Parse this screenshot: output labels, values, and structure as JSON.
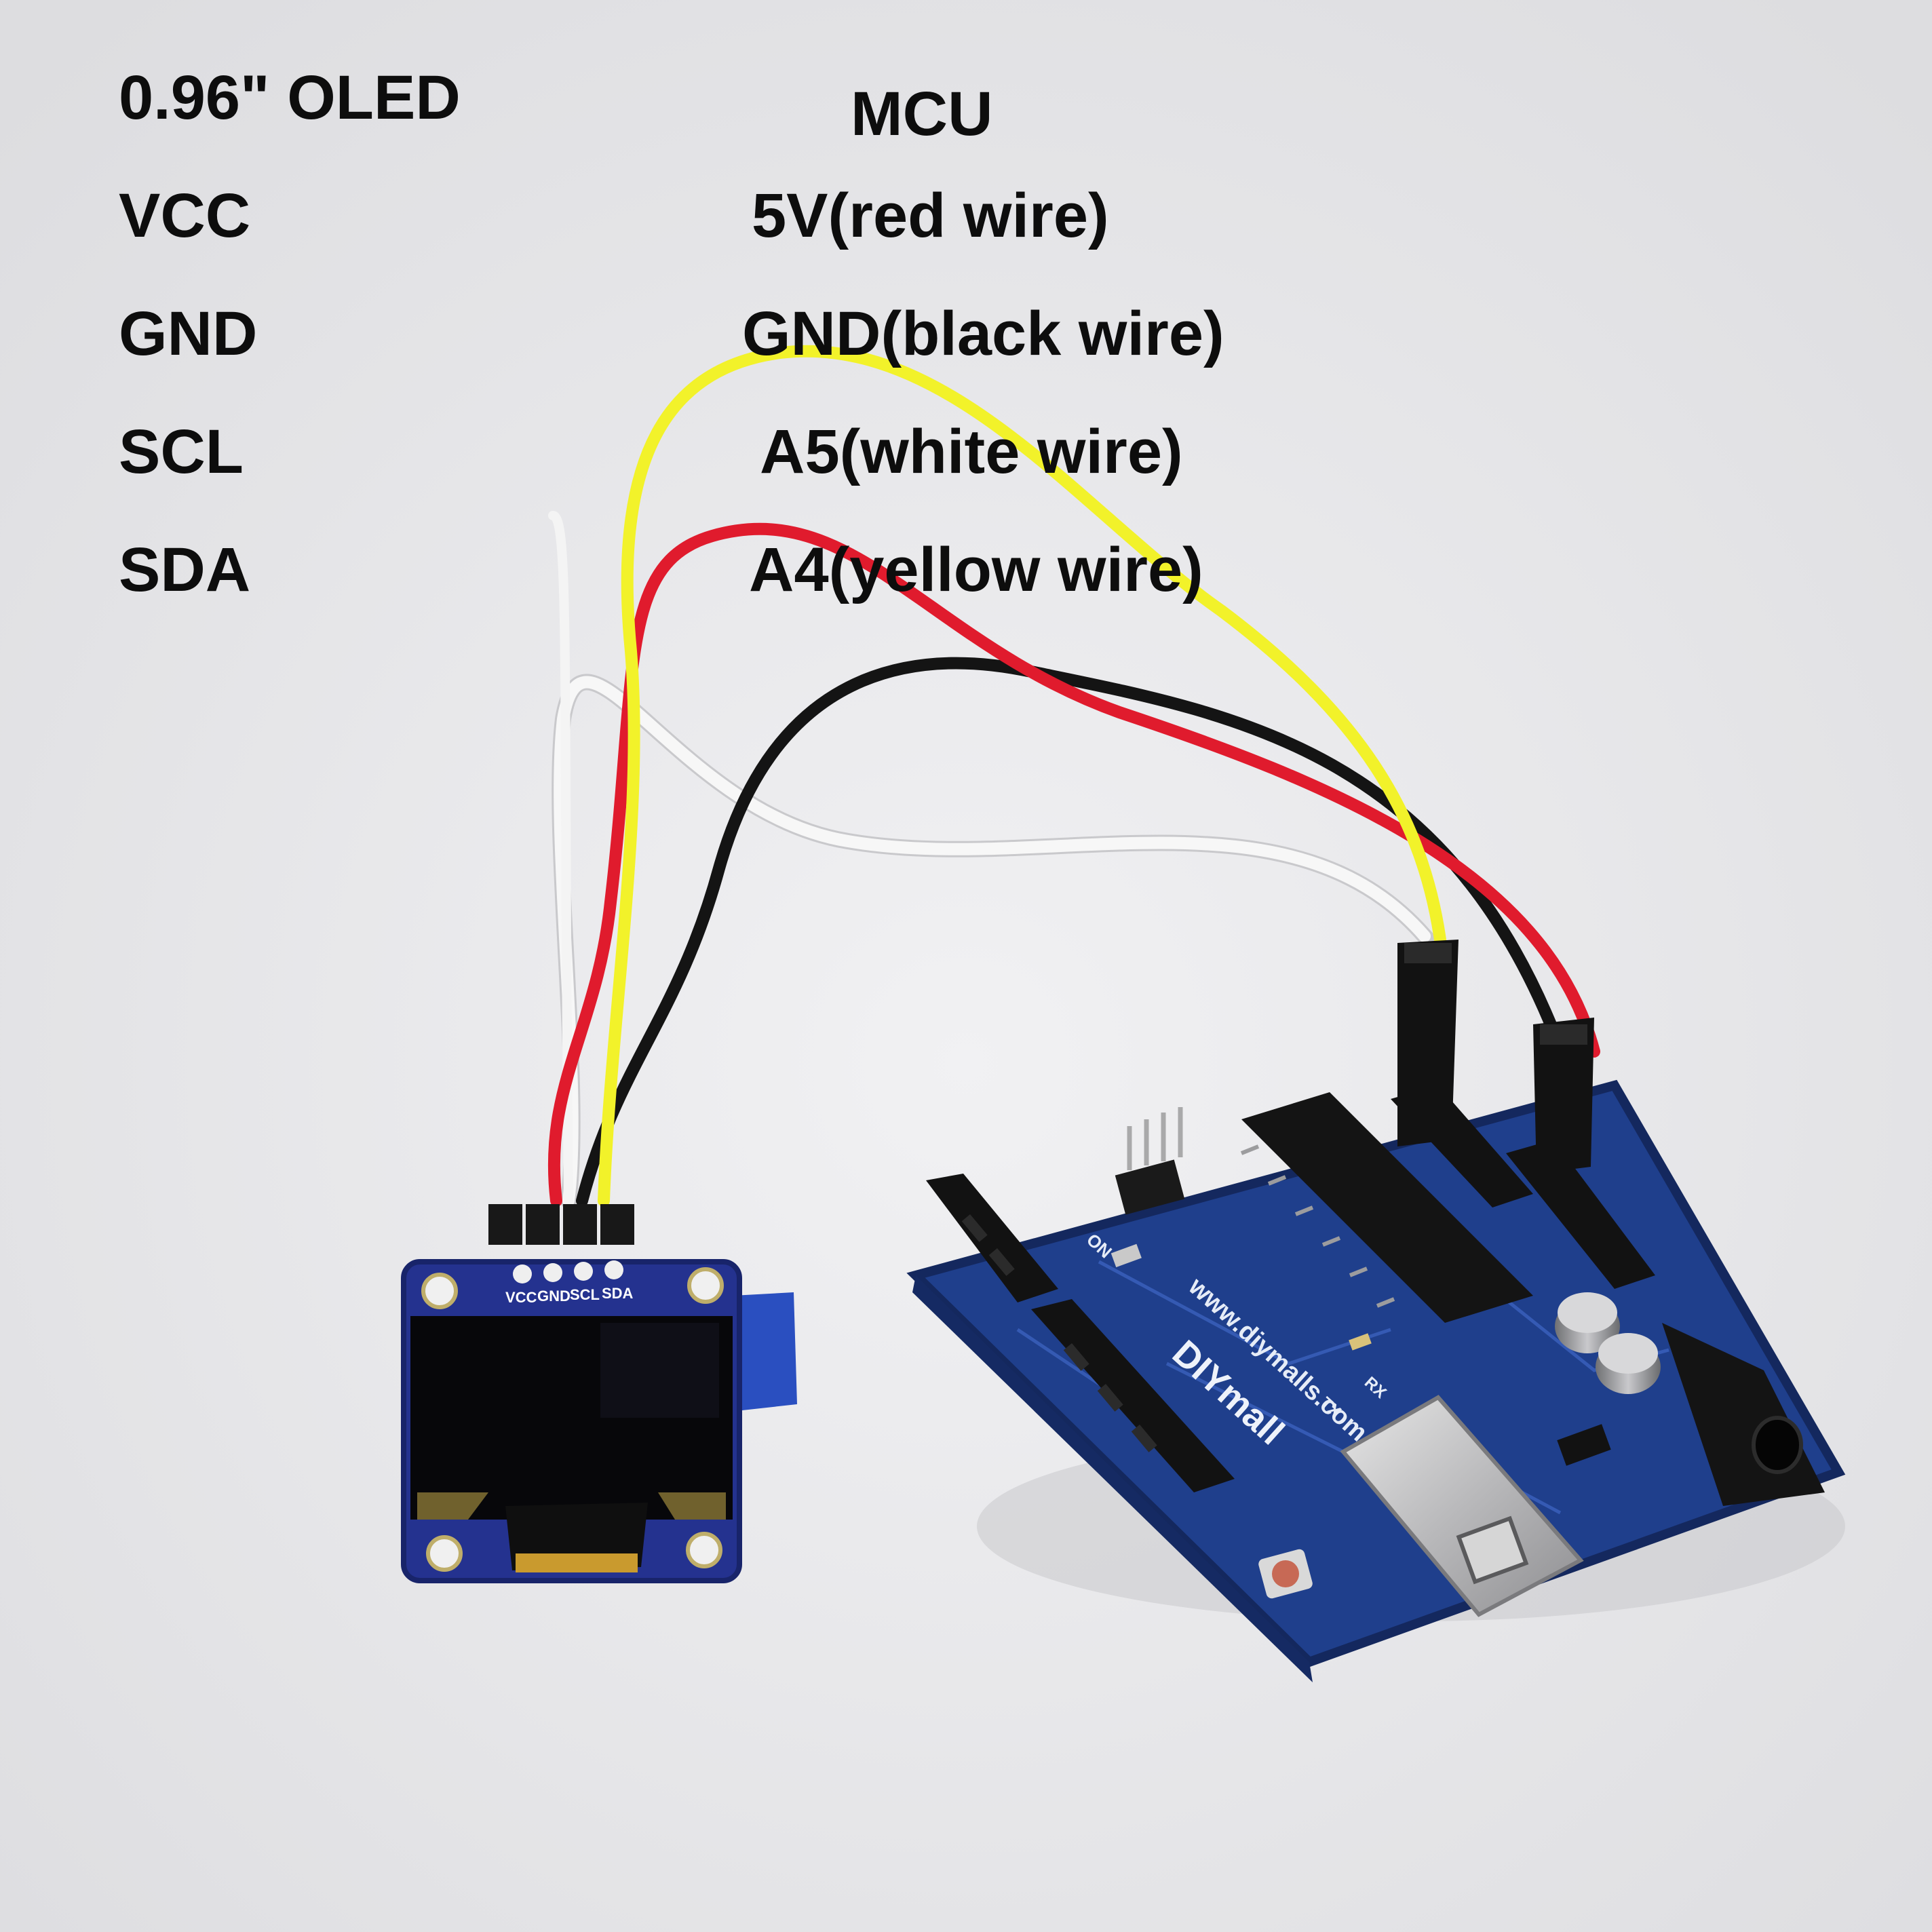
{
  "wiring_table": {
    "oled_header": "0.96\" OLED",
    "mcu_header": "MCU",
    "rows": [
      {
        "pin": "VCC",
        "mcu": "5V(red wire)"
      },
      {
        "pin": "GND",
        "mcu": "GND(black wire)"
      },
      {
        "pin": "SCL",
        "mcu": "A5(white wire)"
      },
      {
        "pin": "SDA",
        "mcu": "A4(yellow wire)"
      }
    ]
  },
  "oled_module": {
    "pin_labels": [
      "VCC",
      "GND",
      "SCL",
      "SDA"
    ]
  },
  "arduino_board": {
    "url_text": "www.diymalls.com",
    "brand_text": "DIYmall",
    "on_label": "ON",
    "tx_label": "TX",
    "rx_label": "RX"
  },
  "colors": {
    "background": "#e9e9eb",
    "wire_red": "#e01b2d",
    "wire_black": "#141414",
    "wire_white": "#f7f7f7",
    "wire_yellow": "#f2f22a",
    "pcb_blue": "#1f3f8c",
    "oled_pcb": "#24328f"
  }
}
